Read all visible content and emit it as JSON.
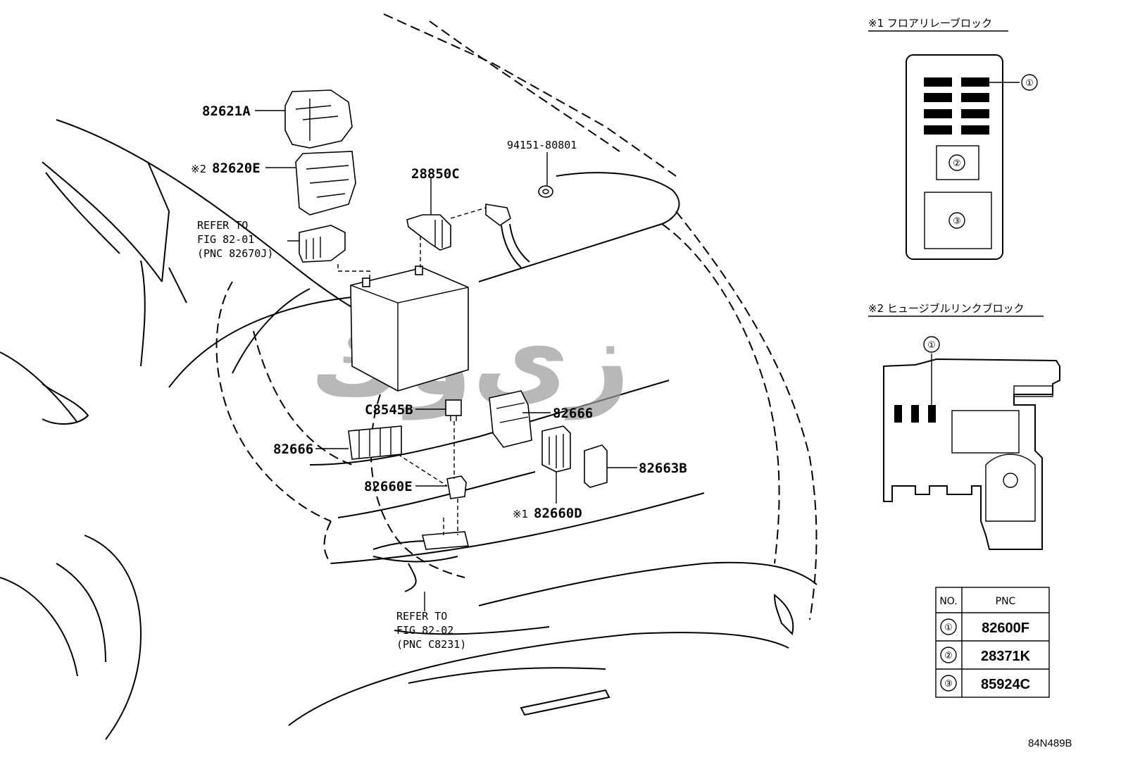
{
  "labels": {
    "p82621a": "82621A",
    "p82620e_mark": "※2",
    "p82620e": "82620E",
    "refer1_line1": "REFER TO",
    "refer1_line2": "FIG 82-01",
    "refer1_line3": "(PNC 82670J)",
    "p28850c": "28850C",
    "p94151": "94151-80801",
    "pc8545b": "C8545B",
    "p82666_top": "82666",
    "p82666_left": "82666",
    "p82663b": "82663B",
    "p82660e": "82660E",
    "p82660d_mark": "※1",
    "p82660d": "82660D",
    "refer2_line1": "REFER TO",
    "refer2_line2": "FIG 82-02",
    "refer2_line3": "(PNC C8231)"
  },
  "inset1": {
    "title": "※1 フロアリレーブロック",
    "callouts": [
      "①",
      "②",
      "③"
    ]
  },
  "inset2": {
    "title": "※2 ヒュージブルリンクブロック",
    "callouts": [
      "①"
    ]
  },
  "watermark": "ﺯﻯﻭﻙ",
  "pnc_table": {
    "headers": [
      "NO.",
      "PNC"
    ],
    "rows": [
      {
        "no": "①",
        "pnc": "82600F"
      },
      {
        "no": "②",
        "pnc": "28371K"
      },
      {
        "no": "③",
        "pnc": "85924C"
      }
    ]
  },
  "figure_code": "84N489B"
}
